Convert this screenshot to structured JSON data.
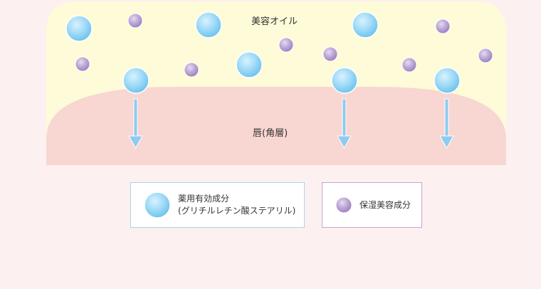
{
  "diagram": {
    "top_label": "美容オイル",
    "lip_label": "唇(角層)"
  },
  "legend": {
    "active_ingredient_line1": "薬用有効成分",
    "active_ingredient_line2": "(グリチルレチン酸ステアリル)",
    "moisturizer": "保湿美容成分"
  },
  "colors": {
    "background": "#fdf0f0",
    "oil_layer": "#fefbd8",
    "lip_layer": "#f8d6d2",
    "active_particle": "#8fd3f5",
    "moisture_particle": "#b49bd0",
    "arrow": "#8fcbf0"
  },
  "icons": [
    "active-ingredient-particle-icon",
    "moisture-particle-icon",
    "down-arrow-icon"
  ]
}
